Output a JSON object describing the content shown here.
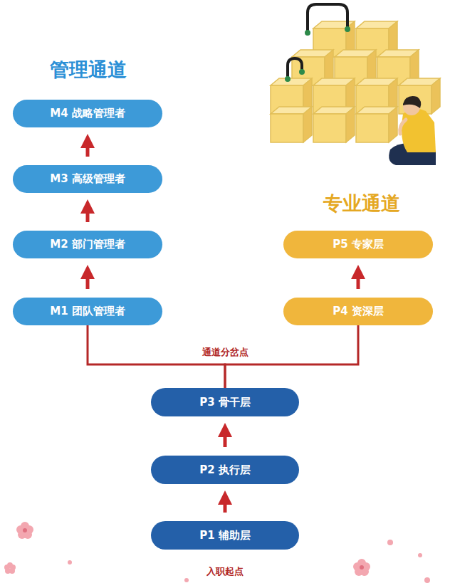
{
  "diagram": {
    "nodes": [
      {
        "text": [
          "M4 战略管理者"
        ]
      },
      {
        "text": [
          "M3 高级管理者"
        ]
      },
      {
        "text": [
          "M2 部门管理者"
        ]
      },
      {
        "text": [
          "M1 团队管理者"
        ]
      },
      {
        "text": [
          "P5 专家层"
        ]
      },
      {
        "text": [
          "P4 资深层"
        ]
      },
      {
        "text": [
          "P3 骨干层"
        ]
      },
      {
        "text": [
          "P2 执行层"
        ]
      },
      {
        "text": [
          "P1 辅助层"
        ]
      }
    ],
    "edges": [
      {
        "from": 1,
        "to": 0,
        "arrow": "to"
      },
      {
        "from": 2,
        "to": 1,
        "arrow": "to"
      },
      {
        "from": 3,
        "to": 2,
        "arrow": "to"
      },
      {
        "from": 5,
        "to": 4,
        "arrow": "to"
      },
      {
        "from": 6,
        "to": 3,
        "arrow": "none"
      },
      {
        "from": 6,
        "to": 5,
        "arrow": "none"
      },
      {
        "from": 7,
        "to": 6,
        "arrow": "to"
      },
      {
        "from": 8,
        "to": 7,
        "arrow": "to"
      }
    ],
    "labels": [
      "管理通道",
      "专业通道",
      "通道分岔点",
      "入职起点"
    ]
  }
}
